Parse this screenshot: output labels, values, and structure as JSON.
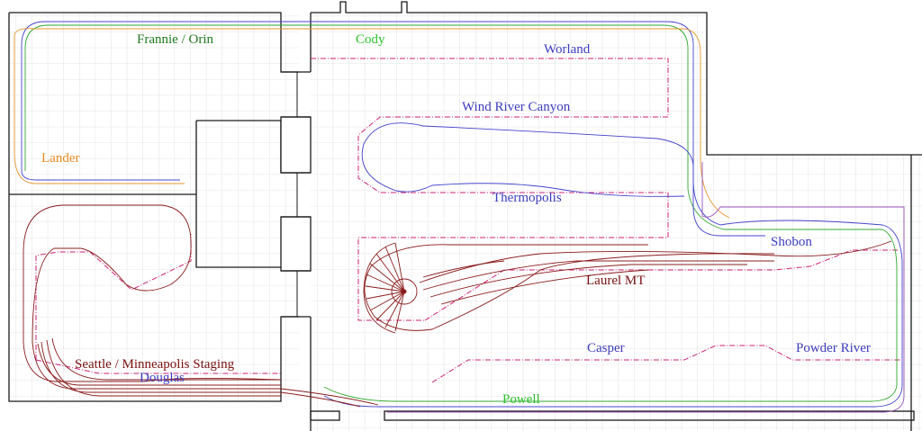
{
  "labels": {
    "frannie_orin": "Frannie / Orin",
    "cody": "Cody",
    "worland": "Worland",
    "wind_river_canyon": "Wind River Canyon",
    "lander": "Lander",
    "thermopolis": "Thermopolis",
    "shobon": "Shobon",
    "laurel_mt": "Laurel MT",
    "casper": "Casper",
    "powder_river": "Powder River",
    "seattle_minneapolis_staging": "Seattle / Minneapolis Staging",
    "douglas": "Douglas",
    "powell": "Powell"
  },
  "colors": {
    "wall": "#1a1a1a",
    "grid": "#d9d9d9",
    "benchwork_edge": "#cc2277",
    "track_red": "#8b1c1c",
    "track_blue": "#4444cc",
    "track_green": "#2fa82f",
    "track_orange": "#e8962b",
    "track_purple": "#9955bb",
    "label_darkgreen": "#1f7a1f",
    "label_green": "#2ec22e",
    "label_blue": "#3c3cc0",
    "label_orange": "#e68a1f",
    "label_darkred": "#7a1010"
  }
}
